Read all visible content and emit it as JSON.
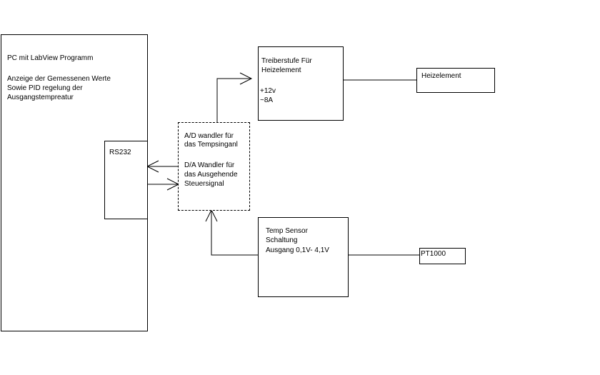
{
  "pc": {
    "title": "PC mit LabView Programm",
    "desc_line1": "Anzeige der Gemessenen Werte",
    "desc_line2": "Sowie PID regelung der",
    "desc_line3": "Ausgangstempreatur"
  },
  "rs232": {
    "label": "RS232"
  },
  "converter": {
    "ad_line1": "A/D wandler für",
    "ad_line2": "das Tempsinganl",
    "da_line1": "D/A Wandler für",
    "da_line2": "das Ausgehende",
    "da_line3": "Steuersignal"
  },
  "driver": {
    "line1": "Treiberstufe Für",
    "line2": "Heizelement",
    "line3": "+12v",
    "line4": "~8A"
  },
  "heater": {
    "label": "Heizelement"
  },
  "sensor": {
    "line1": "Temp Sensor",
    "line2": "Schaltung",
    "line3": "Ausgang 0,1V- 4,1V"
  },
  "pt1000": {
    "label": "PT1000"
  }
}
